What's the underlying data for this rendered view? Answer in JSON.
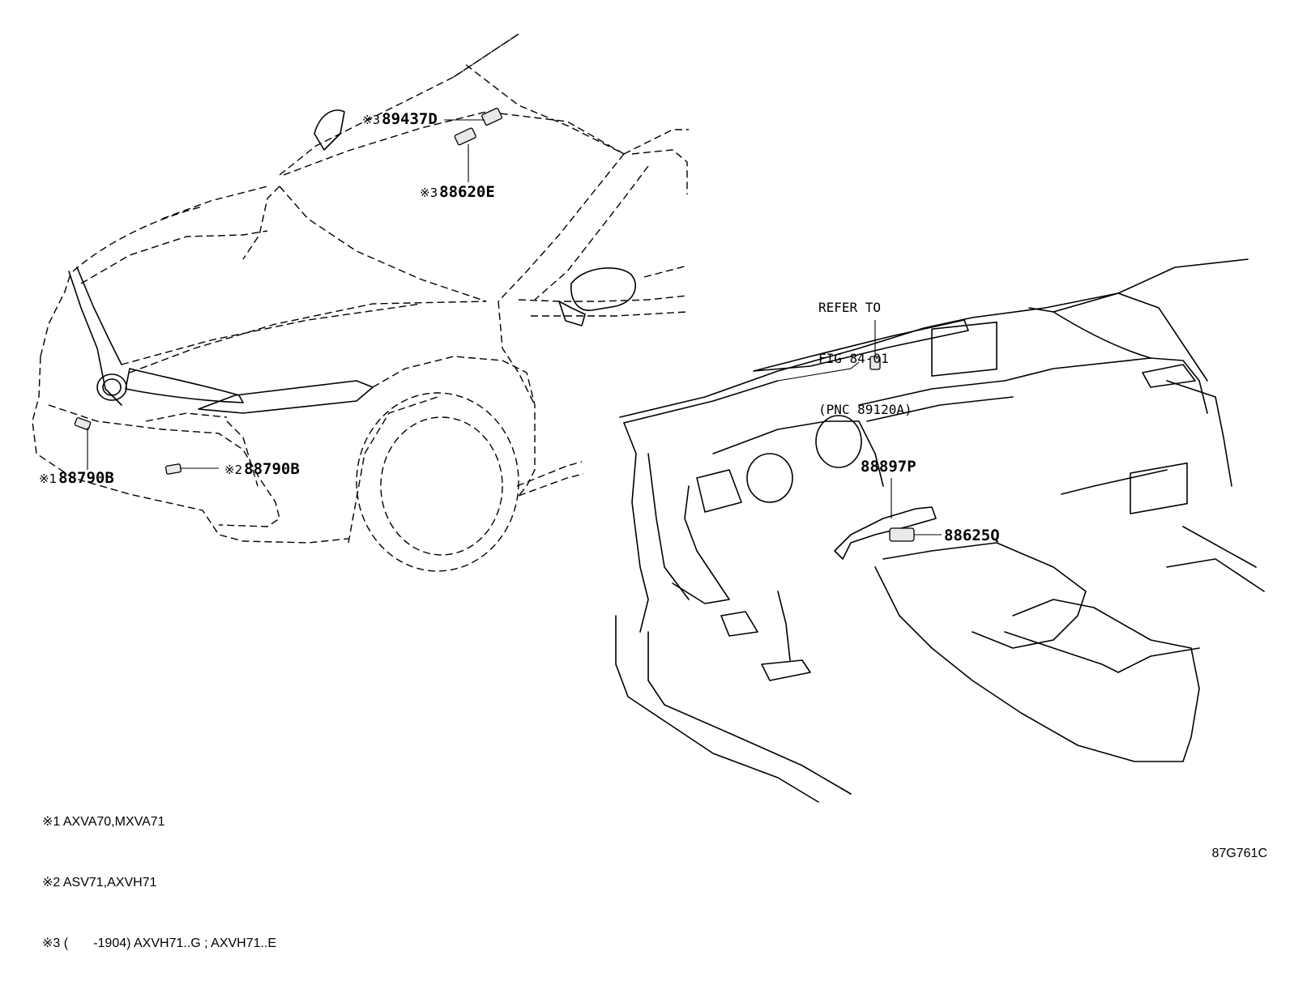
{
  "labels": {
    "p89437d": {
      "mark": "※3",
      "code": "89437D"
    },
    "p88620e": {
      "mark": "※3",
      "code": "88620E"
    },
    "p88790b_1": {
      "mark": "※1",
      "code": "88790B"
    },
    "p88790b_2": {
      "mark": "※2",
      "code": "88790B"
    },
    "p88897p": {
      "code": "88897P"
    },
    "p88625q": {
      "code": "88625Q"
    }
  },
  "refer": {
    "line1": "REFER TO",
    "line2": "FIG 84-01",
    "line3": "(PNC 89120A)"
  },
  "notes": [
    "※1 AXVA70,MXVA71",
    "※2 ASV71,AXVH71",
    "※3 (       -1904) AXVH71..G ; AXVH71..E"
  ],
  "figure_id": "87G761C"
}
